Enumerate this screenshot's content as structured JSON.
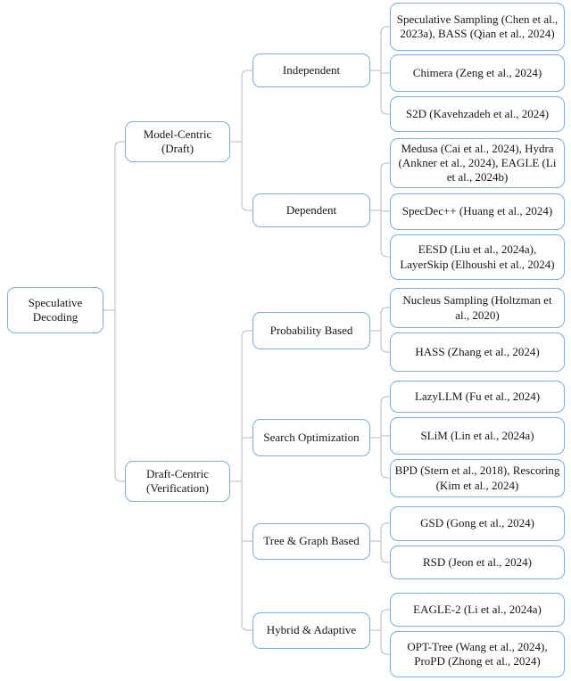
{
  "tree": {
    "root": {
      "label": "Speculative Decoding"
    },
    "branches": [
      {
        "label": "Model-Centric (Draft)",
        "children": [
          {
            "label": "Independent",
            "leaves": [
              {
                "label": "Speculative Sampling (Chen et al., 2023a), BASS (Qian et al., 2024)"
              },
              {
                "label": "Chimera (Zeng et al., 2024)"
              },
              {
                "label": "S2D (Kavehzadeh et al., 2024)"
              }
            ]
          },
          {
            "label": "Dependent",
            "leaves": [
              {
                "label": "Medusa (Cai et al., 2024), Hydra (Ankner et al., 2024), EAGLE (Li et al., 2024b)"
              },
              {
                "label": "SpecDec++ (Huang et al., 2024)"
              },
              {
                "label": "EESD (Liu et al., 2024a), LayerSkip (Elhoushi et al., 2024)"
              }
            ]
          }
        ]
      },
      {
        "label": "Draft-Centric (Verification)",
        "children": [
          {
            "label": "Probability Based",
            "leaves": [
              {
                "label": "Nucleus Sampling (Holtzman et al., 2020)"
              },
              {
                "label": "HASS (Zhang et al., 2024)"
              }
            ]
          },
          {
            "label": "Search Optimization",
            "leaves": [
              {
                "label": "LazyLLM (Fu et al., 2024)"
              },
              {
                "label": "SLiM (Lin et al., 2024a)"
              },
              {
                "label": "BPD (Stern et al., 2018), Rescoring (Kim et al., 2024)"
              }
            ]
          },
          {
            "label": "Tree & Graph Based",
            "leaves": [
              {
                "label": "GSD (Gong et al., 2024)"
              },
              {
                "label": "RSD (Jeon et al., 2024)"
              }
            ]
          },
          {
            "label": "Hybrid & Adaptive",
            "leaves": [
              {
                "label": "EAGLE-2 (Li et al., 2024a)"
              },
              {
                "label": "OPT-Tree (Wang et al., 2024), ProPD (Zhong et al., 2024)"
              }
            ]
          }
        ]
      }
    ]
  },
  "colors": {
    "box_border": "#7badde",
    "box_fill": "#ffffff",
    "connector": "#c6c6c6",
    "text": "#161616"
  }
}
